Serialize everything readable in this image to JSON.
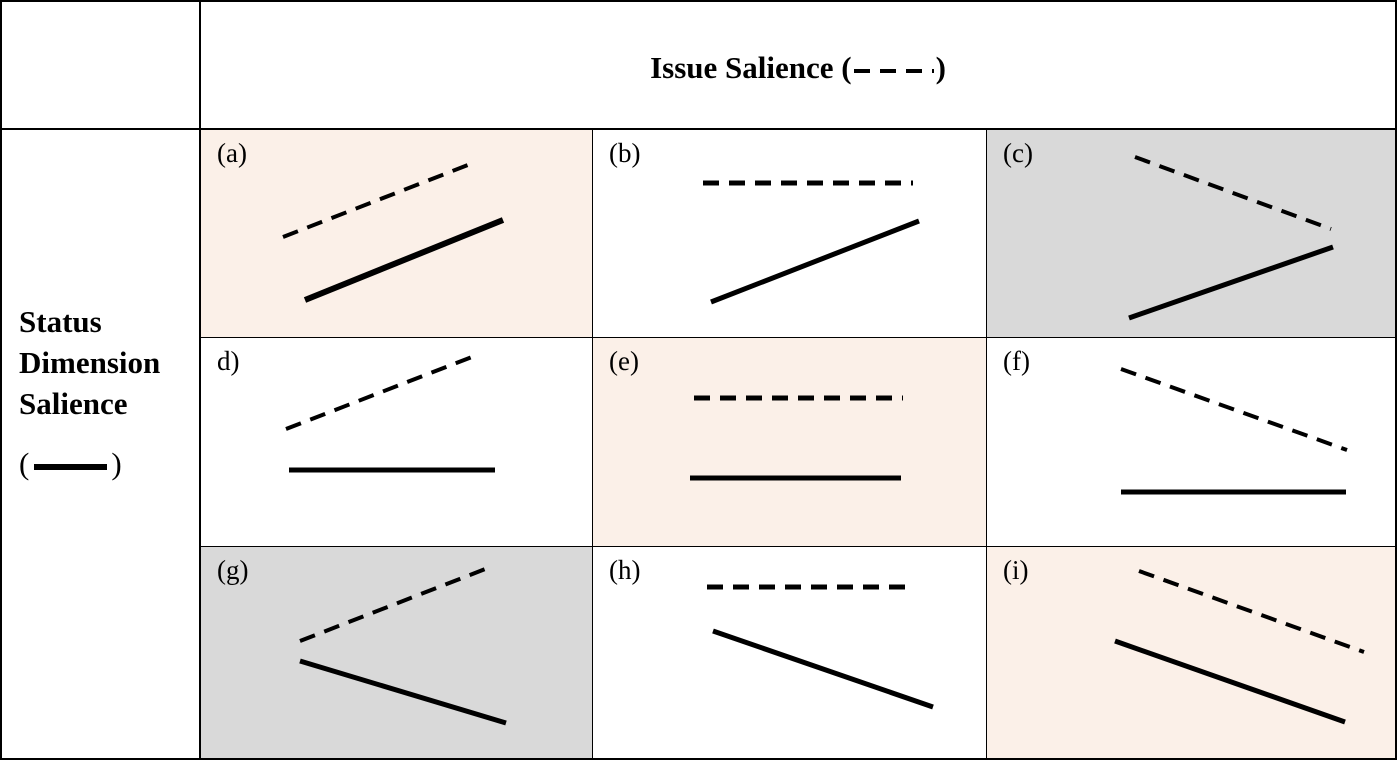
{
  "header": {
    "column_title": "Issue Salience (",
    "column_title_close": ")",
    "row_title_lines": [
      "Status",
      "Dimension",
      "Salience"
    ],
    "row_legend_open": "(",
    "row_legend_close": ")"
  },
  "legend": {
    "issue_salience_line_style": "dashed",
    "status_dimension_line_style": "solid"
  },
  "colors": {
    "peach_fill": "#fbf0e8",
    "gray_fill": "#d9d9d9",
    "white_fill": "#ffffff",
    "line": "#000000"
  },
  "cells": [
    {
      "label": "(a)",
      "fill": "peach",
      "issue_trend": "increasing",
      "status_trend": "increasing"
    },
    {
      "label": "(b)",
      "fill": "white",
      "issue_trend": "flat",
      "status_trend": "increasing"
    },
    {
      "label": "(c)",
      "fill": "gray",
      "issue_trend": "decreasing",
      "status_trend": "increasing"
    },
    {
      "label": "d)",
      "fill": "white",
      "issue_trend": "increasing",
      "status_trend": "flat"
    },
    {
      "label": "(e)",
      "fill": "peach",
      "issue_trend": "flat",
      "status_trend": "flat"
    },
    {
      "label": "(f)",
      "fill": "white",
      "issue_trend": "decreasing",
      "status_trend": "flat"
    },
    {
      "label": "(g)",
      "fill": "gray",
      "issue_trend": "increasing",
      "status_trend": "decreasing"
    },
    {
      "label": "(h)",
      "fill": "white",
      "issue_trend": "flat",
      "status_trend": "decreasing"
    },
    {
      "label": "(i)",
      "fill": "peach",
      "issue_trend": "decreasing",
      "status_trend": "decreasing"
    }
  ]
}
